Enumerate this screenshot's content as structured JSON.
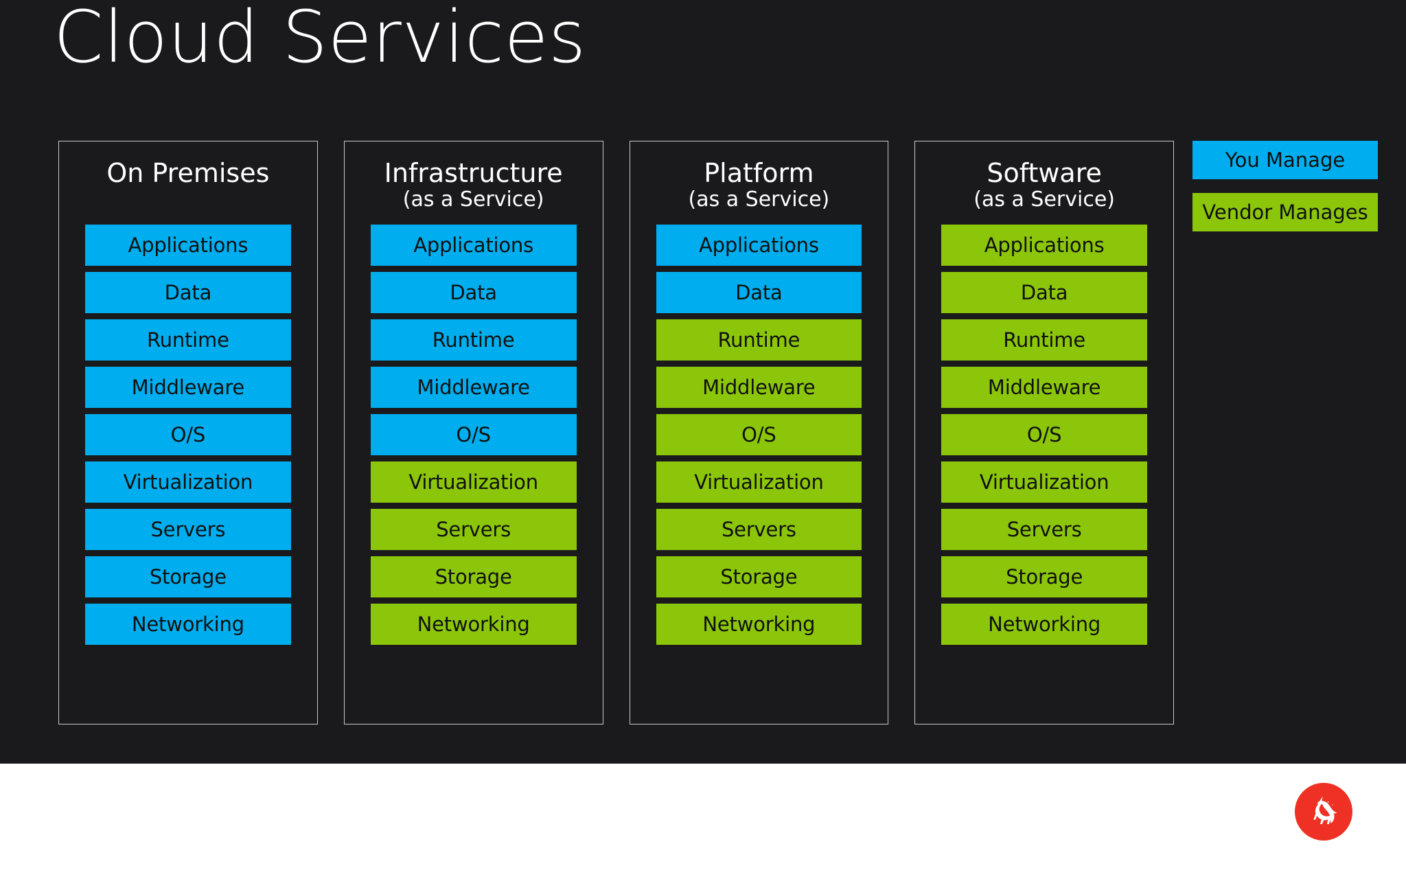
{
  "title": "Cloud Services",
  "legend": {
    "items": [
      {
        "label": "You Manage",
        "color": "#00AEEF",
        "key": "you"
      },
      {
        "label": "Vendor Manages",
        "color": "#8CC60B",
        "key": "vendor"
      }
    ]
  },
  "layer_names": [
    "Applications",
    "Data",
    "Runtime",
    "Middleware",
    "O/S",
    "Virtualization",
    "Servers",
    "Storage",
    "Networking"
  ],
  "columns": [
    {
      "title": "On Premises",
      "subtitle": "",
      "layers": [
        {
          "label": "Applications",
          "managed_by": "you"
        },
        {
          "label": "Data",
          "managed_by": "you"
        },
        {
          "label": "Runtime",
          "managed_by": "you"
        },
        {
          "label": "Middleware",
          "managed_by": "you"
        },
        {
          "label": "O/S",
          "managed_by": "you"
        },
        {
          "label": "Virtualization",
          "managed_by": "you"
        },
        {
          "label": "Servers",
          "managed_by": "you"
        },
        {
          "label": "Storage",
          "managed_by": "you"
        },
        {
          "label": "Networking",
          "managed_by": "you"
        }
      ]
    },
    {
      "title": "Infrastructure",
      "subtitle": "(as a Service)",
      "layers": [
        {
          "label": "Applications",
          "managed_by": "you"
        },
        {
          "label": "Data",
          "managed_by": "you"
        },
        {
          "label": "Runtime",
          "managed_by": "you"
        },
        {
          "label": "Middleware",
          "managed_by": "you"
        },
        {
          "label": "O/S",
          "managed_by": "you"
        },
        {
          "label": "Virtualization",
          "managed_by": "vendor"
        },
        {
          "label": "Servers",
          "managed_by": "vendor"
        },
        {
          "label": "Storage",
          "managed_by": "vendor"
        },
        {
          "label": "Networking",
          "managed_by": "vendor"
        }
      ]
    },
    {
      "title": "Platform",
      "subtitle": "(as a Service)",
      "layers": [
        {
          "label": "Applications",
          "managed_by": "you"
        },
        {
          "label": "Data",
          "managed_by": "you"
        },
        {
          "label": "Runtime",
          "managed_by": "vendor"
        },
        {
          "label": "Middleware",
          "managed_by": "vendor"
        },
        {
          "label": "O/S",
          "managed_by": "vendor"
        },
        {
          "label": "Virtualization",
          "managed_by": "vendor"
        },
        {
          "label": "Servers",
          "managed_by": "vendor"
        },
        {
          "label": "Storage",
          "managed_by": "vendor"
        },
        {
          "label": "Networking",
          "managed_by": "vendor"
        }
      ]
    },
    {
      "title": "Software",
      "subtitle": "(as a Service)",
      "layers": [
        {
          "label": "Applications",
          "managed_by": "vendor"
        },
        {
          "label": "Data",
          "managed_by": "vendor"
        },
        {
          "label": "Runtime",
          "managed_by": "vendor"
        },
        {
          "label": "Middleware",
          "managed_by": "vendor"
        },
        {
          "label": "O/S",
          "managed_by": "vendor"
        },
        {
          "label": "Virtualization",
          "managed_by": "vendor"
        },
        {
          "label": "Servers",
          "managed_by": "vendor"
        },
        {
          "label": "Storage",
          "managed_by": "vendor"
        },
        {
          "label": "Networking",
          "managed_by": "vendor"
        }
      ]
    }
  ],
  "footer": {
    "logo_icon": "unicorn-icon",
    "logo_background": "#EE3124",
    "logo_foreground": "#ffffff"
  },
  "theme": {
    "background": "#1a1a1c",
    "panel_border": "#c9c9c9",
    "text": "#ffffff",
    "footer_background": "#ffffff"
  }
}
